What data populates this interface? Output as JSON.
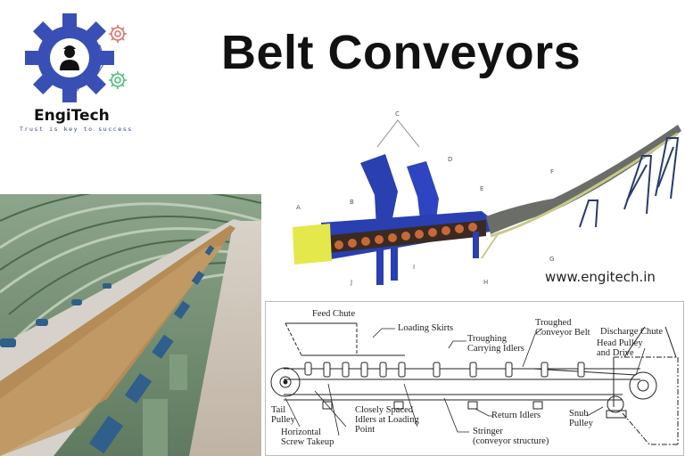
{
  "header": {
    "title": "Belt Conveyors"
  },
  "logo": {
    "brand": "EngiTech",
    "tagline": "Trust is key to success",
    "icon": "gear-engineer-icon",
    "colors": {
      "gear": "#3a4fb5",
      "small_gear_red": "#e0706a",
      "small_gear_green": "#4fbf7a"
    }
  },
  "website": "www.engitech.in",
  "photo": {
    "description": "Covered belt conveyor gallery carrying wood chips",
    "icon": "conveyor-photo"
  },
  "render_diagram": {
    "labels": [
      "A",
      "B",
      "C",
      "D",
      "E",
      "F",
      "G",
      "H",
      "I",
      "J"
    ],
    "colors": {
      "frame": "#2a3fb0",
      "drive": "#e5e84a",
      "belt": "#6b6e68",
      "truss": "#c8c98a"
    }
  },
  "schematic": {
    "labels": {
      "feed_chute": "Feed Chute",
      "loading_skirts": "Loading Skirts",
      "troughing_idlers": "Troughing Carrying Idlers",
      "troughed_belt": "Troughed Conveyor Belt",
      "discharge_chute": "Discharge Chute",
      "head_pulley": "Head Pulley and Drive",
      "tail_pulley": "Tail Pulley",
      "screw_takeup": "Horizontal Screw Takeup",
      "closely_spaced": "Closely Spaced Idlers at Loading Point",
      "return_idlers": "Return Idlers",
      "stringer": "Stringer (conveyor structure)",
      "snub_pulley": "Snub Pulley"
    },
    "lines": {
      "troughing_1": "Troughing",
      "troughing_2": "Carrying Idlers",
      "troughed_1": "Troughed",
      "troughed_2": "Conveyor Belt",
      "head_1": "Head Pulley",
      "head_2": "and Drive",
      "tail_1": "Tail",
      "tail_2": "Pulley",
      "screw_1": "Horizontal",
      "screw_2": "Screw Takeup",
      "close_1": "Closely Spaced",
      "close_2": "Idlers at Loading",
      "close_3": "Point",
      "stringer_1": "Stringer",
      "stringer_2": "(conveyor structure)",
      "snub_1": "Snub",
      "snub_2": "Pulley"
    }
  }
}
